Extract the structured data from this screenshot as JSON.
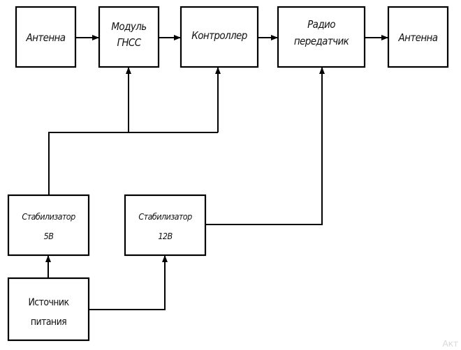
{
  "diagram": {
    "title": "Структурная схема",
    "blocks": {
      "antenna_in": {
        "lines": [
          "Антенна"
        ]
      },
      "gnss": {
        "lines": [
          "Модуль",
          "ГНСС"
        ]
      },
      "controller": {
        "lines": [
          "Контроллер"
        ]
      },
      "radio": {
        "lines": [
          "Радио",
          "передатчик"
        ]
      },
      "antenna_out": {
        "lines": [
          "Антенна"
        ]
      },
      "stab5": {
        "lines": [
          "Стабилизатор",
          "5В"
        ]
      },
      "stab12": {
        "lines": [
          "Стабилизатор",
          "12В"
        ]
      },
      "power": {
        "lines": [
          "Источник",
          "питания"
        ]
      }
    },
    "connections": [
      {
        "from": "Антенна",
        "to": "Модуль ГНСС"
      },
      {
        "from": "Модуль ГНСС",
        "to": "Контроллер"
      },
      {
        "from": "Контроллер",
        "to": "Радио передатчик"
      },
      {
        "from": "Радио передатчик",
        "to": "Антенна"
      },
      {
        "from": "Стабилизатор 5В",
        "to": "Модуль ГНСС"
      },
      {
        "from": "Стабилизатор 5В",
        "to": "Контроллер"
      },
      {
        "from": "Стабилизатор 12В",
        "to": "Радио передатчик"
      },
      {
        "from": "Источник питания",
        "to": "Стабилизатор 5В"
      },
      {
        "from": "Источник питания",
        "to": "Стабилизатор 12В"
      }
    ]
  },
  "watermark": "Акт"
}
